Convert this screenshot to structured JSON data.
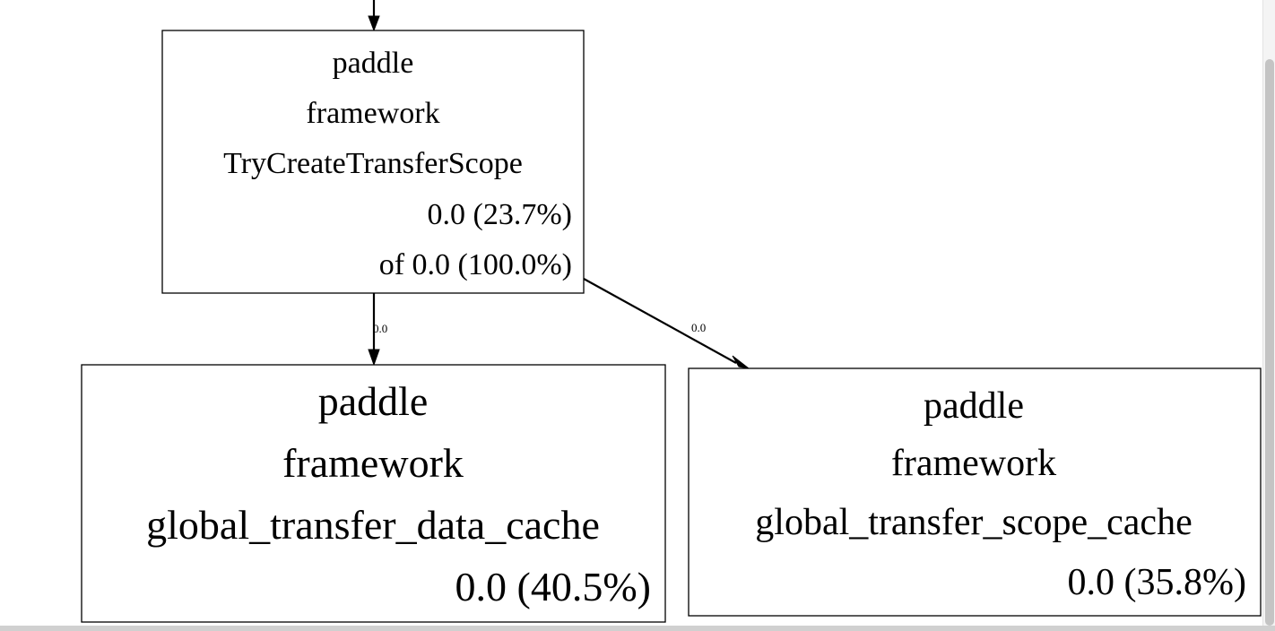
{
  "graph": {
    "nodes": [
      {
        "id": "try_create_transfer_scope",
        "lines": [
          "paddle",
          "framework",
          "TryCreateTransferScope",
          "0.0 (23.7%)",
          "of 0.0 (100.0%)"
        ]
      },
      {
        "id": "global_transfer_data_cache",
        "lines": [
          "paddle",
          "framework",
          "global_transfer_data_cache",
          "0.0 (40.5%)"
        ]
      },
      {
        "id": "global_transfer_scope_cache",
        "lines": [
          "paddle",
          "framework",
          "global_transfer_scope_cache",
          "0.0 (35.8%)"
        ]
      }
    ],
    "edges": [
      {
        "from": "",
        "to": "try_create_transfer_scope",
        "label": ""
      },
      {
        "from": "try_create_transfer_scope",
        "to": "global_transfer_data_cache",
        "label": "0.0"
      },
      {
        "from": "try_create_transfer_scope",
        "to": "global_transfer_scope_cache",
        "label": "0.0"
      }
    ]
  }
}
